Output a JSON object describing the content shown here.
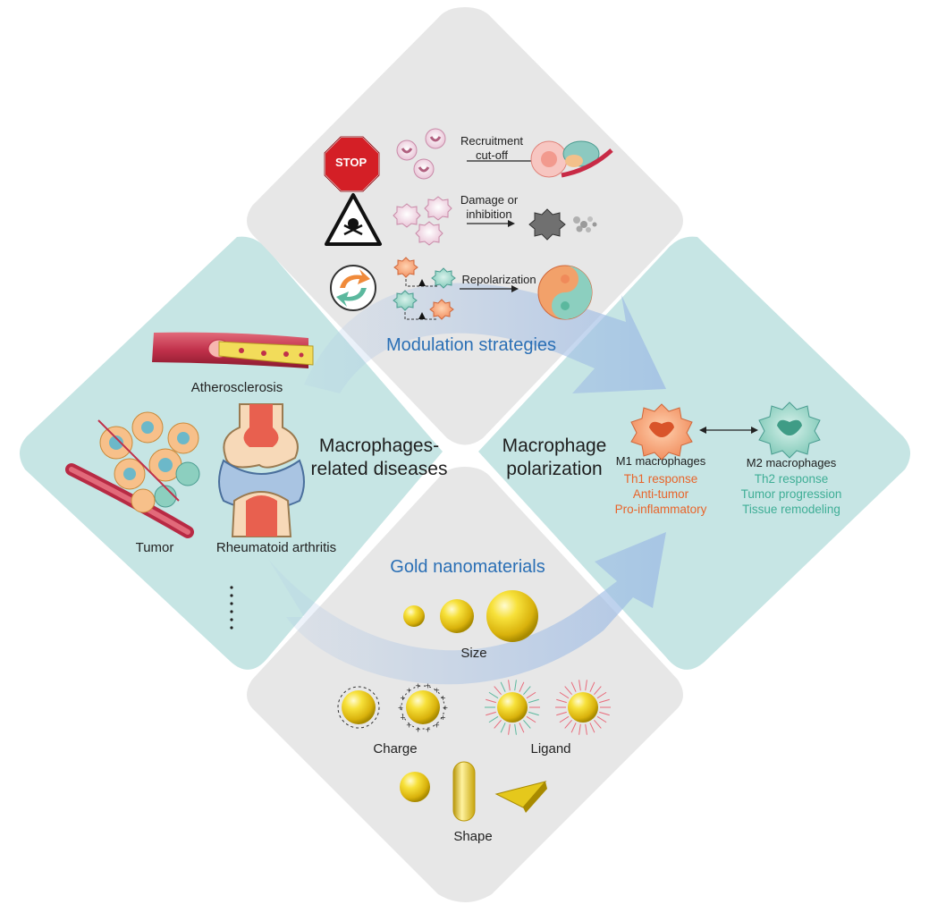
{
  "quadrants": {
    "top_title": "Modulation strategies",
    "left_title": "Macrophages-\nrelated diseases",
    "right_title": "Macrophage\npolarization",
    "bottom_title": "Gold nanomaterials"
  },
  "strategies": {
    "stop_sign": "STOP",
    "recruitment": "Recruitment\ncut-off",
    "damage": "Damage or\ninhibition",
    "repolarization": "Repolarization"
  },
  "diseases": {
    "atherosclerosis": "Atherosclerosis",
    "tumor": "Tumor",
    "rheumatoid": "Rheumatoid arthritis"
  },
  "polarization": {
    "m1_label": "M1 macrophages",
    "m1_traits": [
      "Th1 response",
      "Anti-tumor",
      "Pro-inflammatory"
    ],
    "m2_label": "M2 macrophages",
    "m2_traits": [
      "Th2 response",
      "Tumor progression",
      "Tissue remodeling"
    ]
  },
  "nanomaterials": {
    "size": "Size",
    "charge": "Charge",
    "ligand": "Ligand",
    "shape": "Shape"
  },
  "colors": {
    "gray_quadrant": "#e6e6e6",
    "teal_quadrant": "#c6e5e4",
    "title_blue": "#2a6fb5",
    "m1_orange": "#e8642a",
    "m2_teal": "#3fae96",
    "gold": "#f2d21a"
  }
}
